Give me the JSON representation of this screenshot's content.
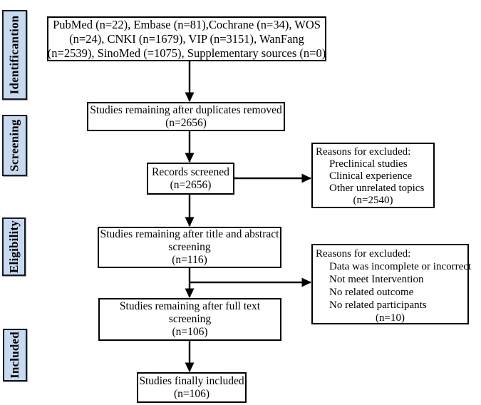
{
  "figure": {
    "kind": "prisma-flow-diagram"
  },
  "colors": {
    "background": "#ffffff",
    "box_fill": "#ffffff",
    "box_border": "#000000",
    "stage_label_fill": "#c8daf0",
    "stage_label_border": "#151a22",
    "arrow": "#000000"
  },
  "sidebar": {
    "labels": [
      {
        "text": "Identificantion"
      },
      {
        "text": "Screening"
      },
      {
        "text": "Eligibility"
      },
      {
        "text": "Included"
      }
    ]
  },
  "boxes": {
    "sources": {
      "lines": [
        "PubMed (n=22), Embase (n=81),Cochrane (n=34),  WOS",
        "(n=24), CNKI (n=1679), VIP (n=3151), WanFang",
        "(n=2539), SinoMed (=1075), Supplementary sources (n=0)"
      ]
    },
    "duplicates_removed": {
      "lines": [
        "Studies remaining after duplicates removed",
        "(n=2656)"
      ]
    },
    "records_screened": {
      "lines": [
        "Records screened",
        "(n=2656)"
      ]
    },
    "title_abstract": {
      "lines": [
        "Studies remaining after title and abstract",
        "screening",
        "(n=116)"
      ]
    },
    "full_text": {
      "lines": [
        "Studies remaining after full text",
        "screening",
        "(n=106)"
      ]
    },
    "finally_included": {
      "lines": [
        "Studies finally included",
        "(n=106)"
      ]
    },
    "excluded_screening": {
      "title": "Reasons for excluded:",
      "items": [
        "Preclinical studies",
        "Clinical experience",
        "Other unrelated topics"
      ],
      "count": "(n=2540)"
    },
    "excluded_fulltext": {
      "title": "Reasons for excluded:",
      "items": [
        "Data was incomplete or incorrect",
        "Not meet Intervention",
        "No related outcome",
        "No related participants"
      ],
      "count": "(n=10)"
    }
  }
}
